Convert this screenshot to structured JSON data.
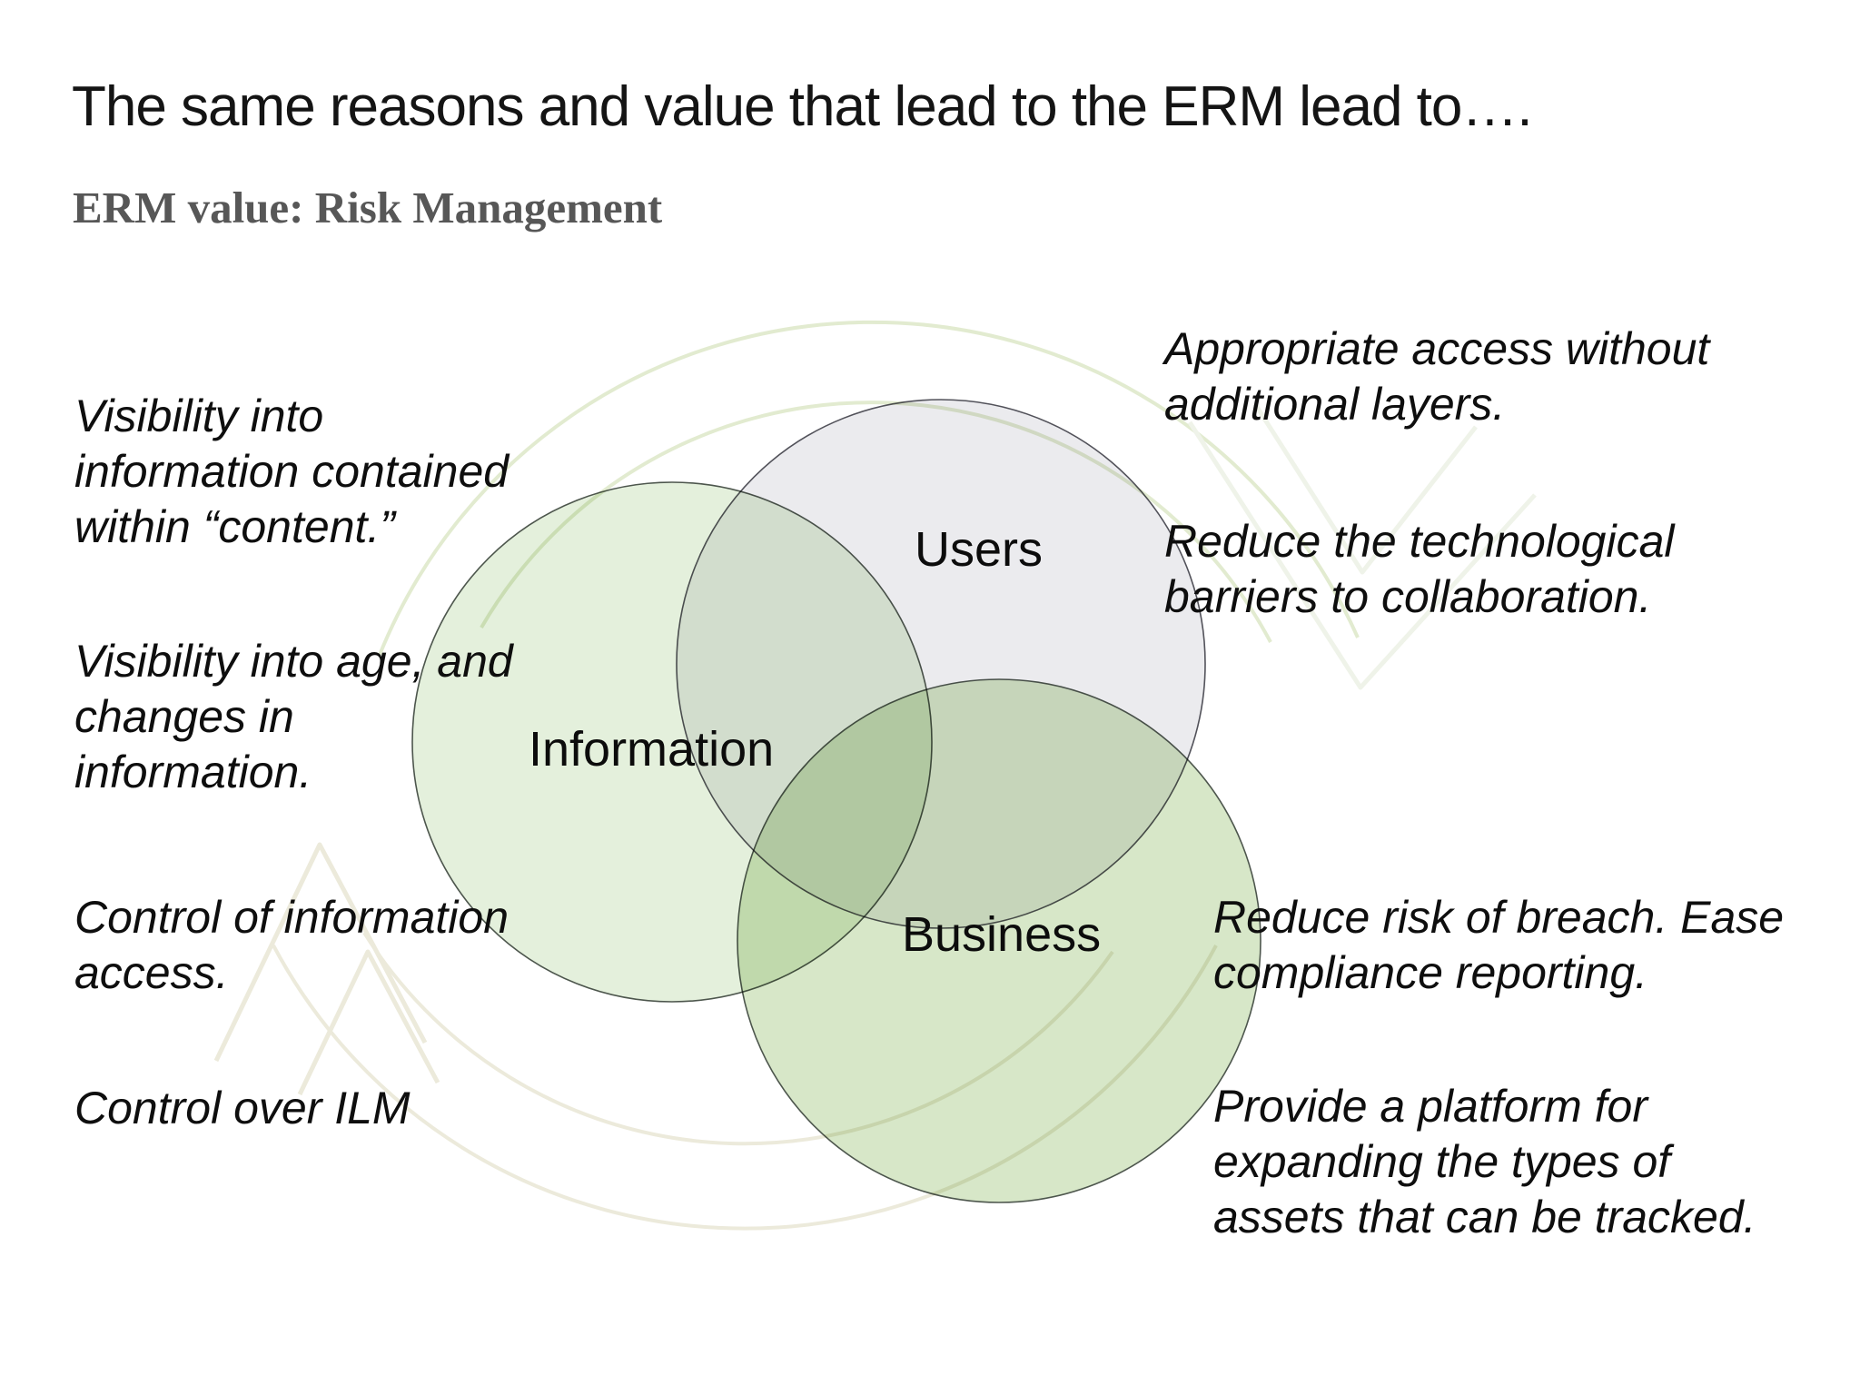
{
  "slide": {
    "title": "The same reasons and value that lead to the ERM lead to….",
    "subtitle": "ERM value: Risk Management"
  },
  "venn": {
    "circles": [
      {
        "id": "information",
        "label": "Information",
        "fill": "#e4f0dc",
        "stroke": "#4d564d"
      },
      {
        "id": "users",
        "label": "Users",
        "fill": "#ebebee",
        "stroke": "#52525a"
      },
      {
        "id": "business",
        "label": "Business",
        "fill": "#d7e7c8",
        "stroke": "#4d564d"
      }
    ]
  },
  "left_notes": [
    {
      "text": "Visibility into\ninformation contained\nwithin “content.”"
    },
    {
      "text": "Visibility into age, and\nchanges in\ninformation."
    },
    {
      "text": "Control of information\naccess."
    },
    {
      "text": "Control over ILM"
    }
  ],
  "right_notes": [
    {
      "text": "Appropriate access without\nadditional layers."
    },
    {
      "text": "Reduce the technological\nbarriers to collaboration."
    },
    {
      "text": "Reduce risk of breach. Ease\ncompliance reporting."
    },
    {
      "text": "Provide a platform for\nexpanding the types of\nassets that can be tracked."
    }
  ],
  "decoration": {
    "green_arc_color": "#e2ebd0",
    "beige_arc_color": "#eceadb",
    "arrowhead_color": "#eff3e9"
  }
}
